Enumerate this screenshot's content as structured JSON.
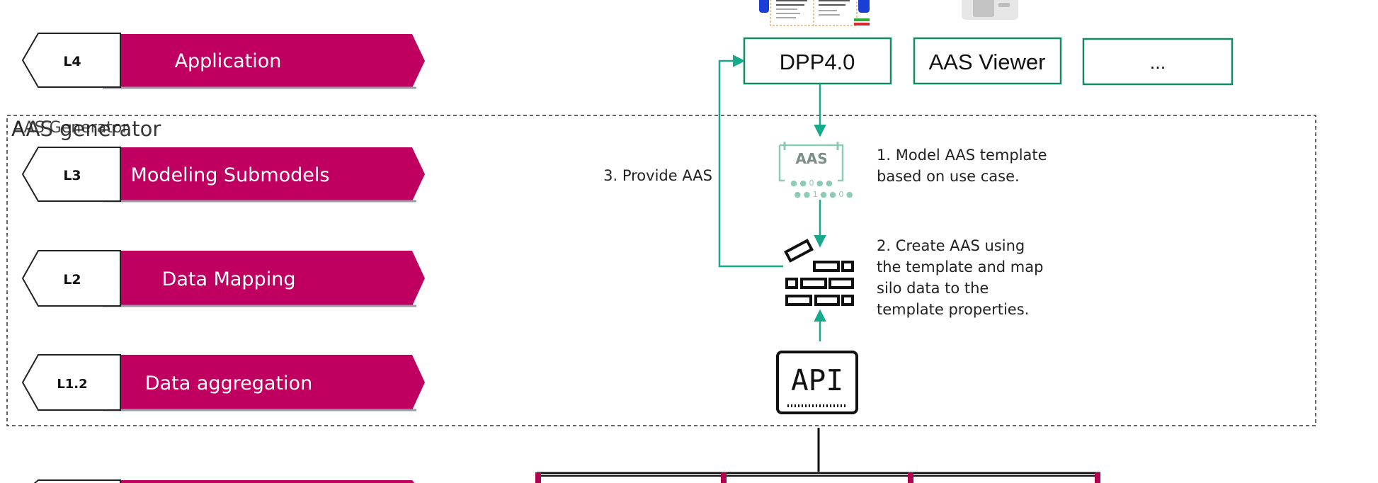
{
  "colors": {
    "layer_fill": "#bf0060",
    "hex_stroke": "#222222",
    "app_box_border": "#138a62",
    "arrow": "#16a98a",
    "icon_mint": "#8ccbb4",
    "generator_border": "#333333"
  },
  "layers": [
    {
      "code": "L4",
      "label": "Application"
    },
    {
      "code": "L3",
      "label": "Modeling Submodels"
    },
    {
      "code": "L2",
      "label": "Data Mapping"
    },
    {
      "code": "L1.2",
      "label": "Data aggregation"
    }
  ],
  "generator": {
    "title": "AAS Generator",
    "title_ghost": "AAS generator"
  },
  "apps": [
    {
      "label": "DPP4.0"
    },
    {
      "label": "AAS Viewer"
    },
    {
      "label": "..."
    }
  ],
  "icons": {
    "aas_label": "AAS",
    "aas_bits": "● ● 0 ● ●",
    "aas_bits2": "● ● 1 ● ● 0 ●",
    "api_label": "API"
  },
  "steps": {
    "provide": "3. Provide AAS",
    "model_line1": "1. Model AAS template",
    "model_line2": "based on use case.",
    "create_line1": "2. Create AAS using",
    "create_line2": "the template and map",
    "create_line3": "silo data to the",
    "create_line4": "template properties."
  }
}
